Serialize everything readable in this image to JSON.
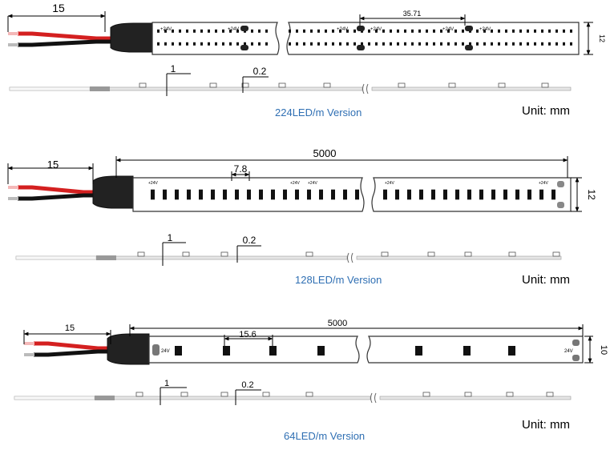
{
  "colors": {
    "wire_red": "#d42020",
    "wire_black": "#111111",
    "wire_light": "#f4b8b8",
    "caption": "#2f6fb3",
    "strip_outline": "#333333",
    "component": "#111111"
  },
  "versions": [
    {
      "caption": "224LED/m Version",
      "unit": "Unit: mm",
      "wire_length": "15",
      "pitch": "35.71",
      "width": "12",
      "total_length": "",
      "profile_height": "1",
      "profile_gap": "0.2",
      "voltage": "+24V"
    },
    {
      "caption": "128LED/m Version",
      "unit": "Unit: mm",
      "wire_length": "15",
      "pitch": "7.8",
      "width": "12",
      "total_length": "5000",
      "profile_height": "1",
      "profile_gap": "0.2",
      "voltage": "+24V"
    },
    {
      "caption": "64LED/m Version",
      "unit": "Unit: mm",
      "wire_length": "15",
      "pitch": "15.6",
      "width": "10",
      "total_length": "5000",
      "profile_height": "1",
      "profile_gap": "0.2",
      "voltage": "24V"
    }
  ]
}
